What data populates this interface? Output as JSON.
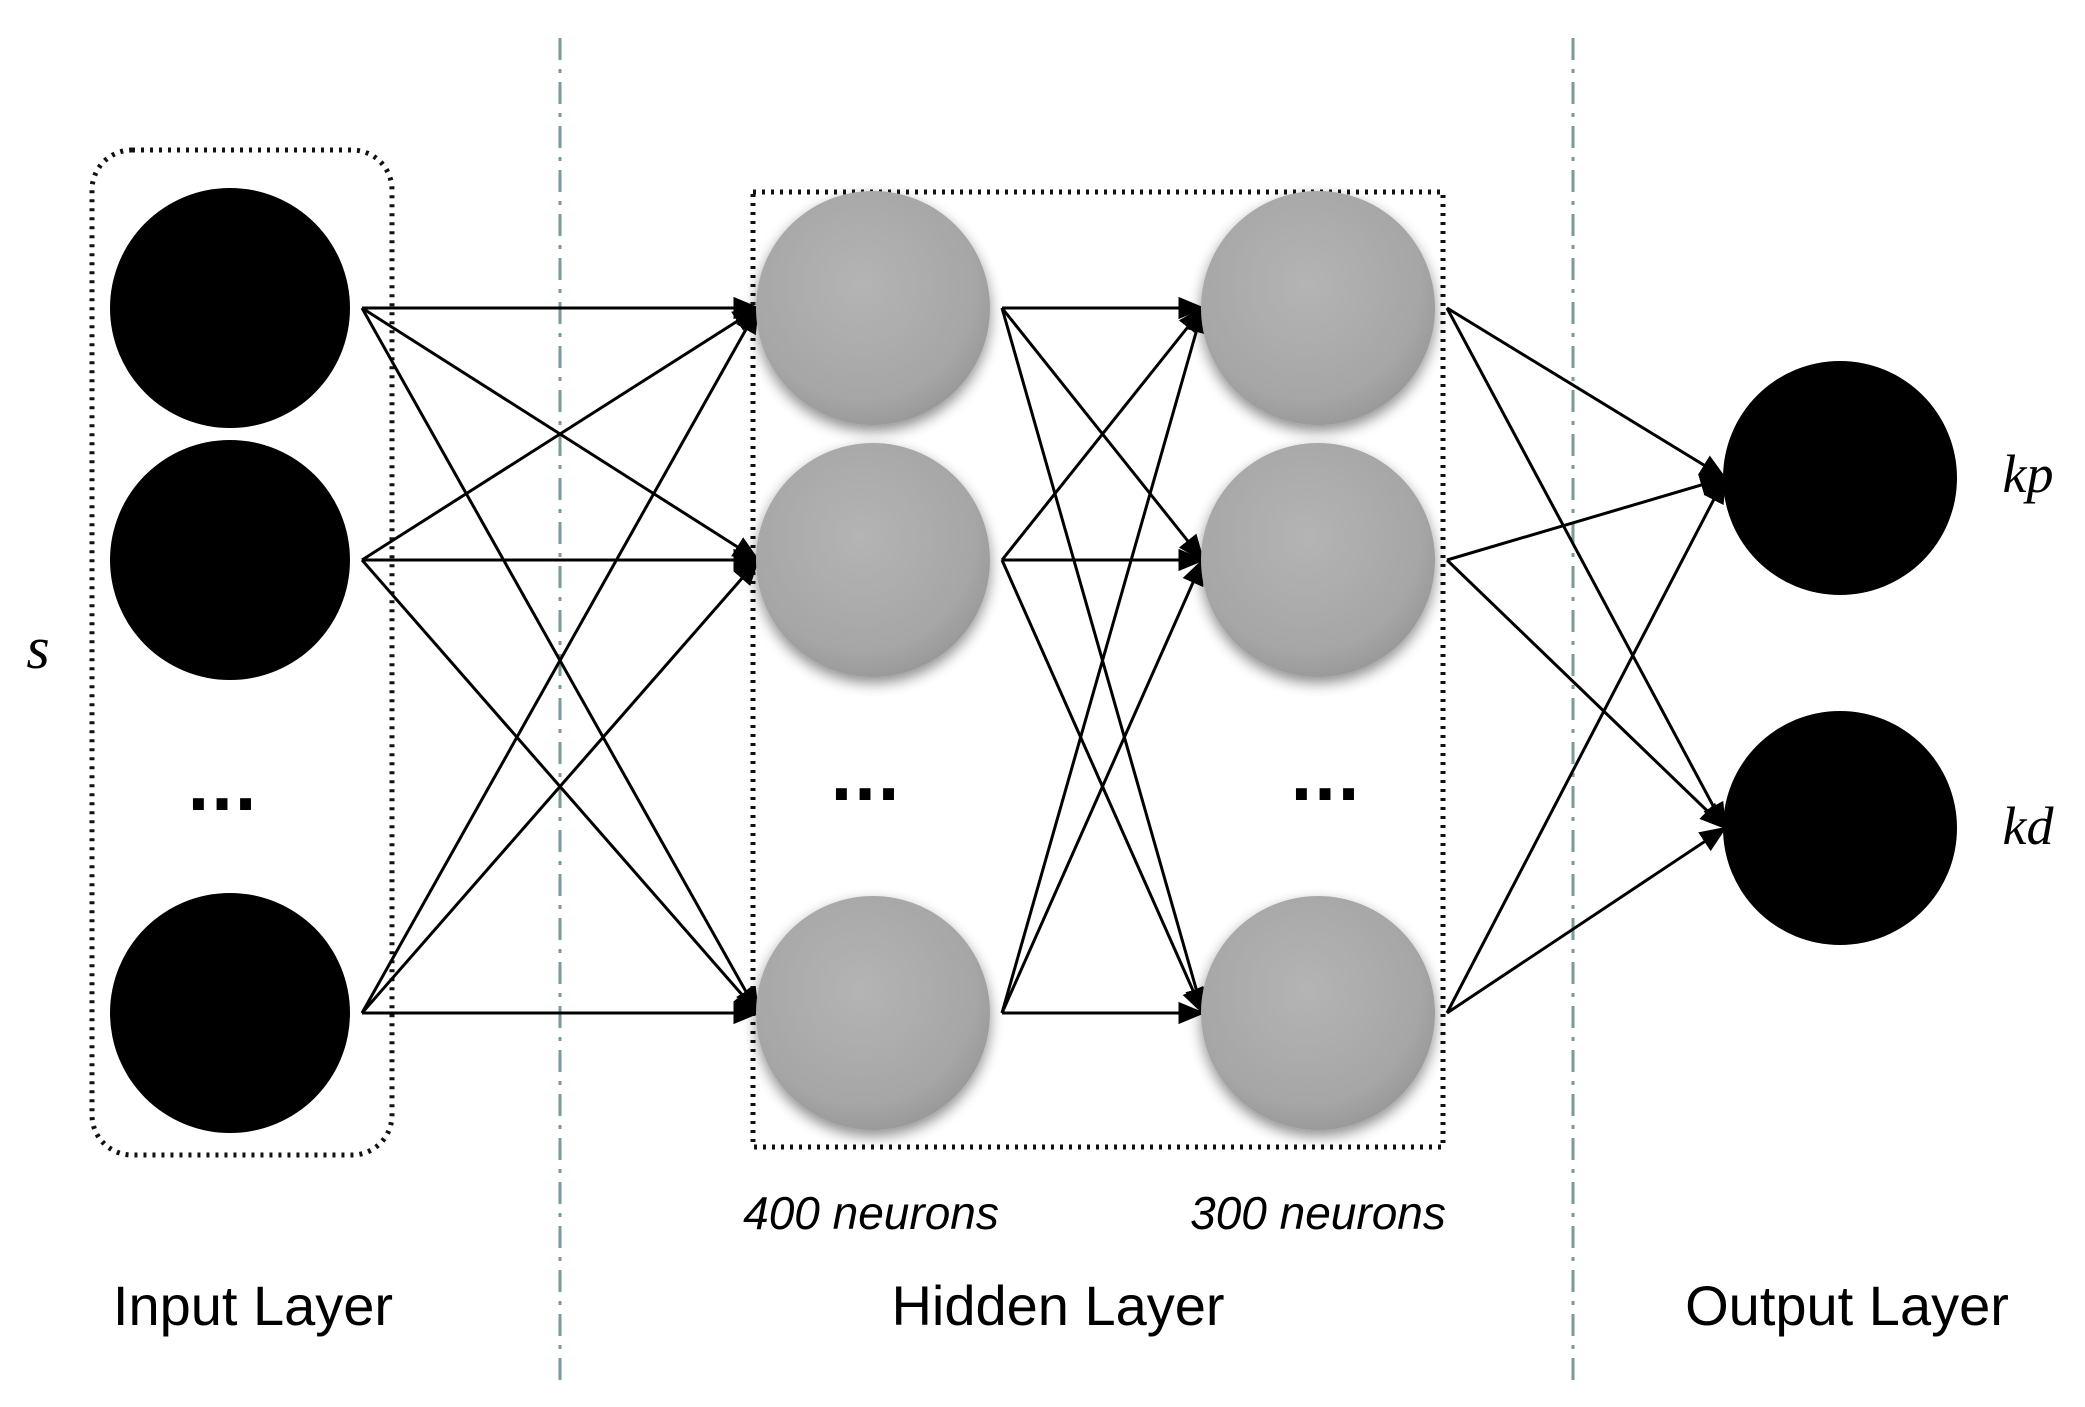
{
  "layers": {
    "input": {
      "label": "Input Layer",
      "variable": "s",
      "node_color": "#000000"
    },
    "hidden": {
      "label": "Hidden Layer",
      "node_color": "#a9a9a9",
      "sublayers": [
        {
          "count_label": "400 neurons"
        },
        {
          "count_label": "300 neurons"
        }
      ]
    },
    "output": {
      "label": "Output Layer",
      "node_color": "#000000",
      "outputs": [
        "kp",
        "kd"
      ]
    }
  },
  "ellipsis": "..."
}
